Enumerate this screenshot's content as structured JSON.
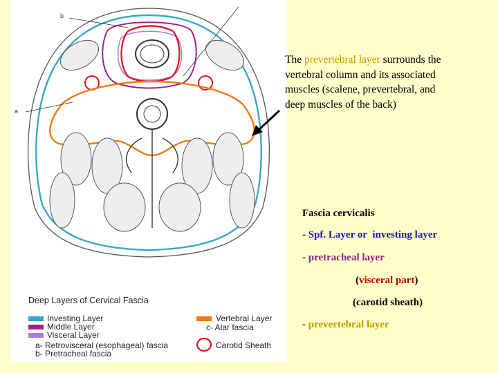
{
  "figure": {
    "legend_title": "Deep Layers of Cervical Fascia",
    "legend": [
      {
        "label": "Investing Layer",
        "color": "#3aa7c8"
      },
      {
        "label": "Middle Layer",
        "color": "#a0208c"
      },
      {
        "label": "Visceral Layer",
        "color": "#b57ad6"
      },
      {
        "label": "a- Retrovisceral (esophageal) fascia"
      },
      {
        "label": "b- Pretracheal fascia"
      },
      {
        "label": "Vertebral Layer",
        "color": "#f07a10"
      },
      {
        "label": "c- Alar fascia"
      },
      {
        "label": "Carotid Sheath",
        "color": "#e01020"
      }
    ],
    "letter_a": "a",
    "letter_b": "b"
  },
  "callout": {
    "prefix": "The ",
    "highlight": "prevertebral layer",
    "rest": " surrounds the vertebral column and its associated muscles (scalene, prevertebral, and deep muscles of the back)"
  },
  "notes": {
    "heading": "Fascia cervicalis",
    "line1_prefix": "- ",
    "line1_a": "Spf. Layer or",
    "line1_b": "investing layer",
    "line2_prefix": "- ",
    "line2": "pretracheal layer",
    "line3_open": "(",
    "line3_mid": "visceral part",
    "line3_close": ")",
    "line4": "(carotid sheath)",
    "line5_prefix": "- ",
    "line5": "prevertebral layer"
  }
}
